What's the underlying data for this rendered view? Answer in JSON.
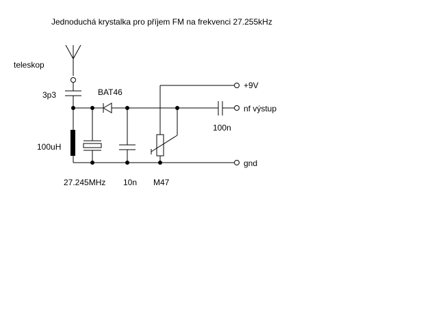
{
  "title": "Jednoduchá krystalka pro příjem FM na frekvenci 27.255kHz",
  "labels": {
    "antenna": "teleskop",
    "coupling_cap": "3p3",
    "diode": "BAT46",
    "inductor": "100uH",
    "crystal": "27.245MHz",
    "tuning_cap": "10n",
    "potentiometer": "M47",
    "output_cap": "100n",
    "supply": "+9V",
    "audio_out": "nf výstup",
    "ground": "gnd"
  }
}
